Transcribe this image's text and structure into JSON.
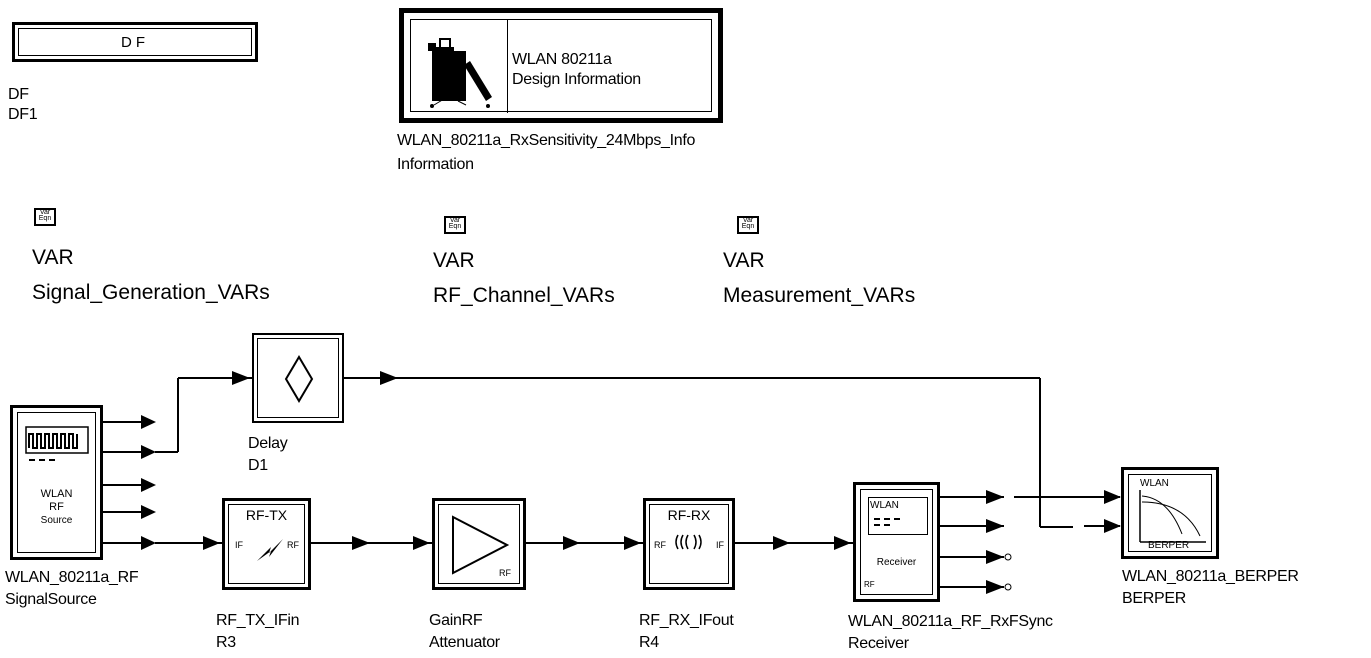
{
  "df": {
    "box_label": "DF",
    "type": "DF",
    "instance": "DF1"
  },
  "info": {
    "title_line1": "WLAN 80211a",
    "title_line2": "Design Information",
    "name": "WLAN_80211a_RxSensitivity_24Mbps_Info",
    "kind": "Information"
  },
  "vars": [
    {
      "icon_top": "Var",
      "icon_bottom": "Eqn",
      "label": "VAR",
      "name": "Signal_Generation_VARs"
    },
    {
      "icon_top": "Var",
      "icon_bottom": "Eqn",
      "label": "VAR",
      "name": "RF_Channel_VARs"
    },
    {
      "icon_top": "Var",
      "icon_bottom": "Eqn",
      "label": "VAR",
      "name": "Measurement_VARs"
    }
  ],
  "blocks": {
    "source": {
      "icon_line1": "WLAN",
      "icon_line2": "RF",
      "icon_line3": "Source",
      "name": "WLAN_80211a_RF",
      "instance": "SignalSource"
    },
    "delay": {
      "name": "Delay",
      "instance": "D1"
    },
    "rftx": {
      "icon_title": "RF-TX",
      "icon_left": "IF",
      "icon_right": "RF",
      "name": "RF_TX_IFin",
      "instance": "R3"
    },
    "gain": {
      "icon_text": "RF",
      "name": "GainRF",
      "instance": "Attenuator"
    },
    "rfrx": {
      "icon_title": "RF-RX",
      "icon_left": "RF",
      "icon_right": "IF",
      "name": "RF_RX_IFout",
      "instance": "R4"
    },
    "receiver": {
      "icon_line1": "WLAN",
      "icon_line2": "Receiver",
      "icon_line3": "RF",
      "name": "WLAN_80211a_RF_RxFSync",
      "instance": "Receiver"
    },
    "berper": {
      "icon_top": "WLAN",
      "icon_bottom": "BERPER",
      "name": "WLAN_80211a_BERPER",
      "instance": "BERPER"
    }
  }
}
